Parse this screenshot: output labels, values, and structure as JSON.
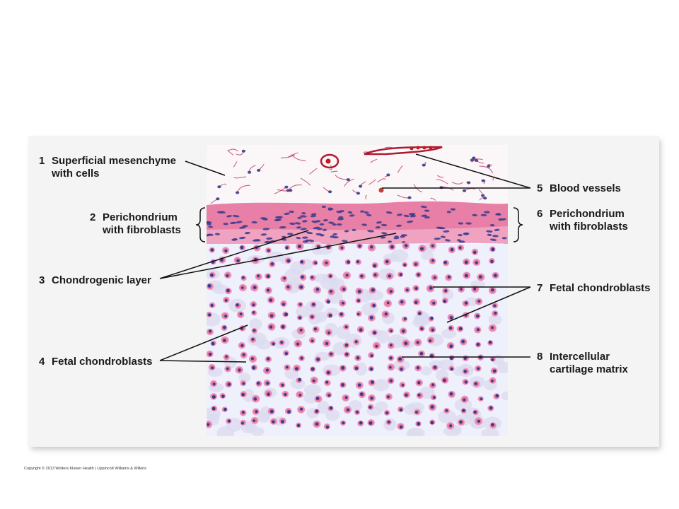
{
  "labels": {
    "l1": {
      "num": "1",
      "line1": "Superficial mesenchyme",
      "line2": "with cells"
    },
    "l2": {
      "num": "2",
      "line1": "Perichondrium",
      "line2": "with fibroblasts"
    },
    "l3": {
      "num": "3",
      "line1": "Chondrogenic layer"
    },
    "l4": {
      "num": "4",
      "line1": "Fetal chondroblasts"
    },
    "l5": {
      "num": "5",
      "line1": "Blood vessels"
    },
    "l6": {
      "num": "6",
      "line1": "Perichondrium",
      "line2": "with fibroblasts"
    },
    "l7": {
      "num": "7",
      "line1": "Fetal chondroblasts"
    },
    "l8": {
      "num": "8",
      "line1": "Intercellular",
      "line2": "cartilage matrix"
    }
  },
  "copyright": "Copyright © 2013 Wolters Kluwer Health | Lippincott Williams & Wilkins",
  "colors": {
    "nucleus": "#3a3a8c",
    "cytoplasm": "#d8417a",
    "matrix": "#dcdcf0",
    "fiber": "#b8365e",
    "vessel": "#c01a1a"
  }
}
